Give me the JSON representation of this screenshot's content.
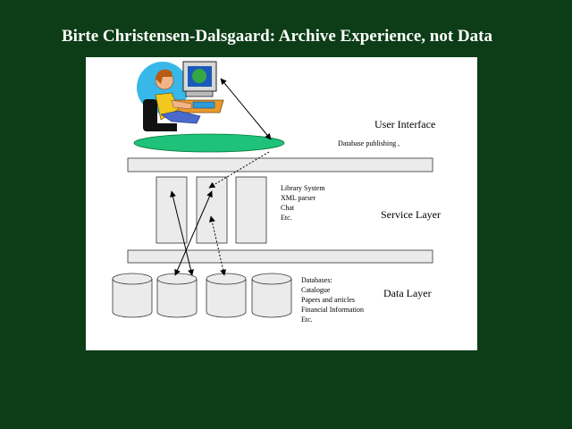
{
  "slide": {
    "title": "Birte Christensen-Dalsgaard: Archive Experience, not Data"
  },
  "diagram": {
    "user_interface": {
      "label": "User Interface",
      "sublabel": "Database publishing ,"
    },
    "service_layer": {
      "label": "Service Layer",
      "items": [
        "Library System",
        "XML parser",
        "Chat",
        "Etc."
      ]
    },
    "data_layer": {
      "label": "Data Layer",
      "items": [
        "Databases:",
        "Catalogue",
        "Papers and articles",
        "Financial Information",
        "Etc."
      ]
    },
    "colors": {
      "background": "#0c3d16",
      "panel": "#ffffff",
      "ui_ellipse": "#1ec27a",
      "layer_bar": "#ebebeb",
      "cylinder": "#ebebeb"
    }
  }
}
